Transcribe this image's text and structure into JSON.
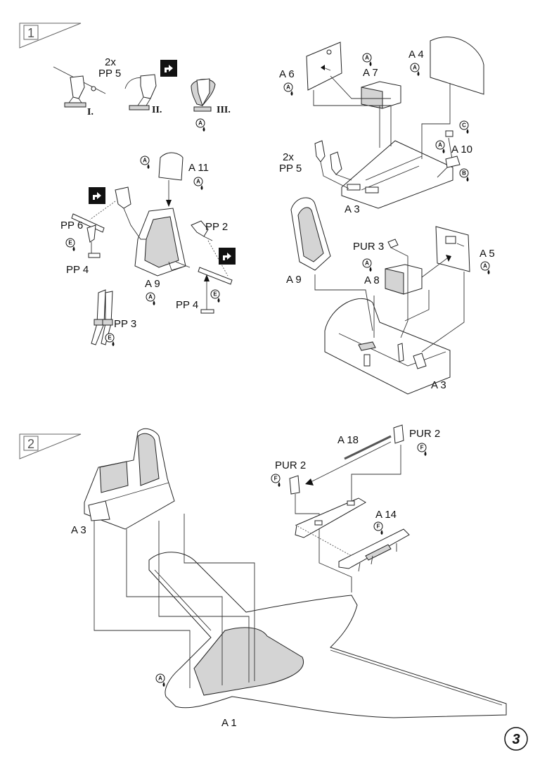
{
  "page_number": "3",
  "steps": [
    {
      "number": "1"
    },
    {
      "number": "2"
    }
  ],
  "labels": {
    "s1_2x": "2x",
    "s1_pp5": "PP 5",
    "rom1": "I.",
    "rom2": "II.",
    "rom3": "III.",
    "a11": "A 11",
    "pp6": "PP 6",
    "pp4a": "PP 4",
    "pp2": "PP 2",
    "a9a": "A 9",
    "pp4b": "PP 4",
    "pp3": "PP 3",
    "a6": "A 6",
    "a7": "A 7",
    "a4": "A 4",
    "a10": "A 10",
    "r_2x": "2x",
    "r_pp5": "PP 5",
    "a3a": "A 3",
    "pur3": "PUR 3",
    "a5": "A 5",
    "a9b": "A 9",
    "a8": "A 8",
    "a3b": "A 3",
    "a18": "A 18",
    "pur2a": "PUR 2",
    "pur2b": "PUR 2",
    "a14": "A 14",
    "a3c": "A 3",
    "a1": "A 1"
  },
  "paint_codes": {
    "A": "A",
    "B": "B",
    "C": "C",
    "E": "E",
    "F": "F"
  },
  "icons": [
    "bend-arrow-icon",
    "paint-drop-icon"
  ]
}
